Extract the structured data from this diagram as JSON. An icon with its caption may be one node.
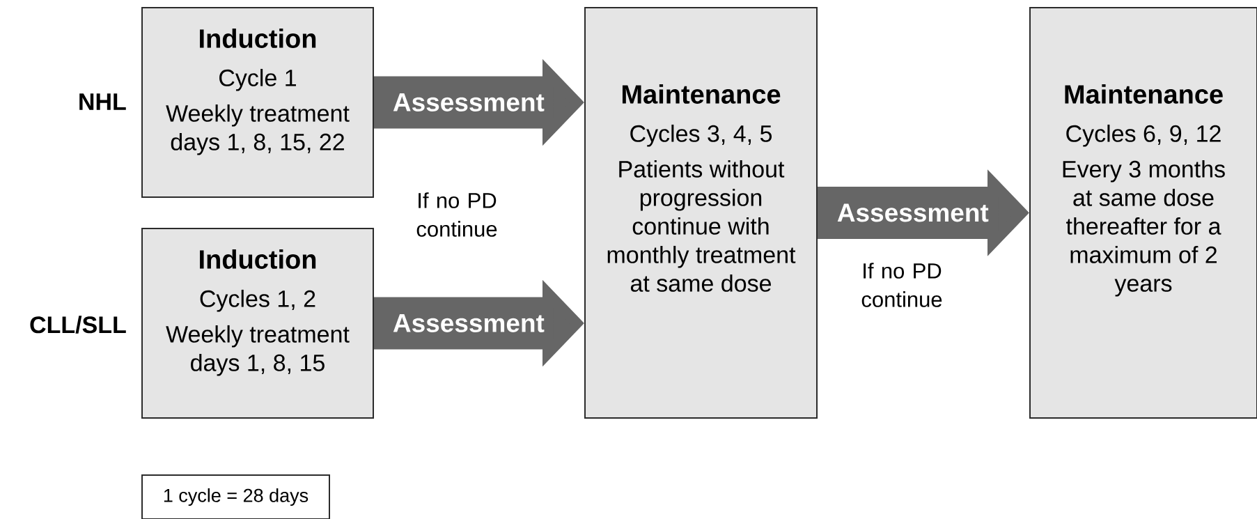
{
  "diagram": {
    "nodes": [
      {
        "text": [
          "Induction",
          "Cycle 1",
          "Weekly treatment days 1, 8, 15, 22"
        ]
      },
      {
        "text": [
          "Induction",
          "Cycles 1, 2",
          "Weekly treatment days 1, 8, 15"
        ]
      },
      {
        "text": [
          "Maintenance",
          "Cycles 3, 4, 5",
          "Patients without progression continue with monthly treatment at same dose"
        ]
      },
      {
        "text": [
          "Maintenance",
          "Cycles 6, 9, 12",
          "Every 3 months at same dose thereafter for a maximum of 2 years"
        ]
      },
      {
        "text": [
          "1 cycle = 28 days"
        ]
      }
    ],
    "edges": [
      {
        "from": 0,
        "to": 2,
        "arrow": "to",
        "label": "Assessment"
      },
      {
        "from": 1,
        "to": 2,
        "arrow": "to",
        "label": "Assessment"
      },
      {
        "from": 2,
        "to": 3,
        "arrow": "to",
        "label": "Assessment"
      }
    ],
    "labels": [
      "NHL",
      "If no PD continue",
      "CLL/SLL",
      "If no PD continue"
    ]
  }
}
